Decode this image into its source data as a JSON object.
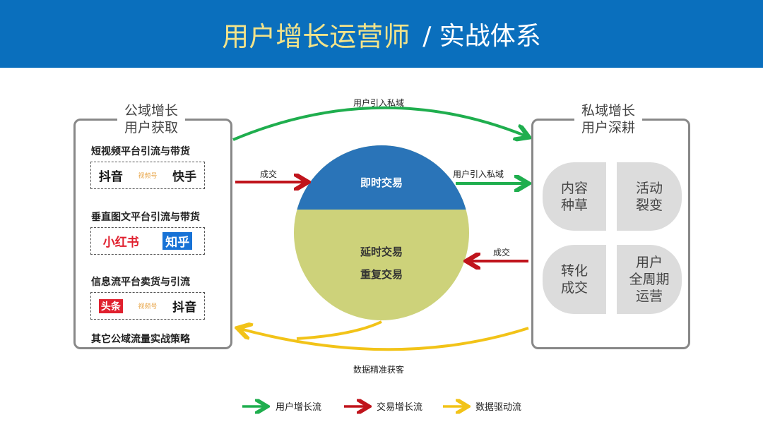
{
  "header": {
    "title": "用户增长运营师",
    "subtitle": "/ 实战体系"
  },
  "left_box": {
    "title_line1": "公域增长",
    "title_line2": "用户获取",
    "sections": [
      {
        "label": "短视频平台引流与带货",
        "logos": [
          "抖音",
          "视频号",
          "快手"
        ]
      },
      {
        "label": "垂直图文平台引流与带货",
        "logos": [
          "小红书",
          "知乎"
        ]
      },
      {
        "label": "信息流平台卖货与引流",
        "logos": [
          "头条",
          "视频号",
          "抖音"
        ]
      }
    ],
    "footer": "其它公域流量实战策略"
  },
  "center": {
    "top": "即时交易",
    "bottom1": "延时交易",
    "bottom2": "重复交易",
    "top_color": "#2a74b8",
    "bottom_color": "#cdd27a"
  },
  "right_box": {
    "title_line1": "私域增长",
    "title_line2": "用户深耕",
    "tiles": [
      "内容\n种草",
      "活动\n裂变",
      "转化\n成交",
      "用户\n全周期\n运营"
    ]
  },
  "arrows": {
    "top": "用户引入私域",
    "left_mid": "成交",
    "right_top": "用户引入私域",
    "right_bottom": "成交",
    "bottom": "数据精准获客"
  },
  "legend": [
    {
      "label": "用户增长流",
      "color": "#1fae4e"
    },
    {
      "label": "交易增长流",
      "color": "#c0141c"
    },
    {
      "label": "数据驱动流",
      "color": "#f2c318"
    }
  ]
}
